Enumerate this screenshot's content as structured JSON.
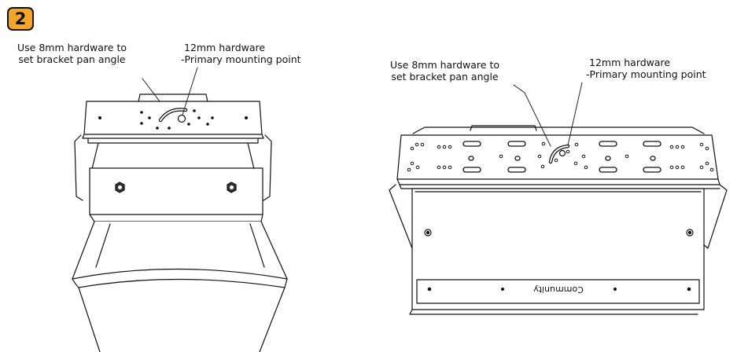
{
  "step": {
    "number": "2",
    "color": "#f5a623"
  },
  "left_view": {
    "callout_8mm": {
      "line1": "Use 8mm hardware to",
      "line2": "set bracket pan angle"
    },
    "callout_12mm": {
      "line1": "12mm hardware",
      "line2": "-Primary mounting point"
    }
  },
  "right_view": {
    "callout_8mm": {
      "line1": "Use 8mm hardware to",
      "line2": "set bracket pan angle"
    },
    "callout_12mm": {
      "line1": "12mm hardware",
      "line2": "-Primary mounting point"
    },
    "brand_label": "Community"
  }
}
